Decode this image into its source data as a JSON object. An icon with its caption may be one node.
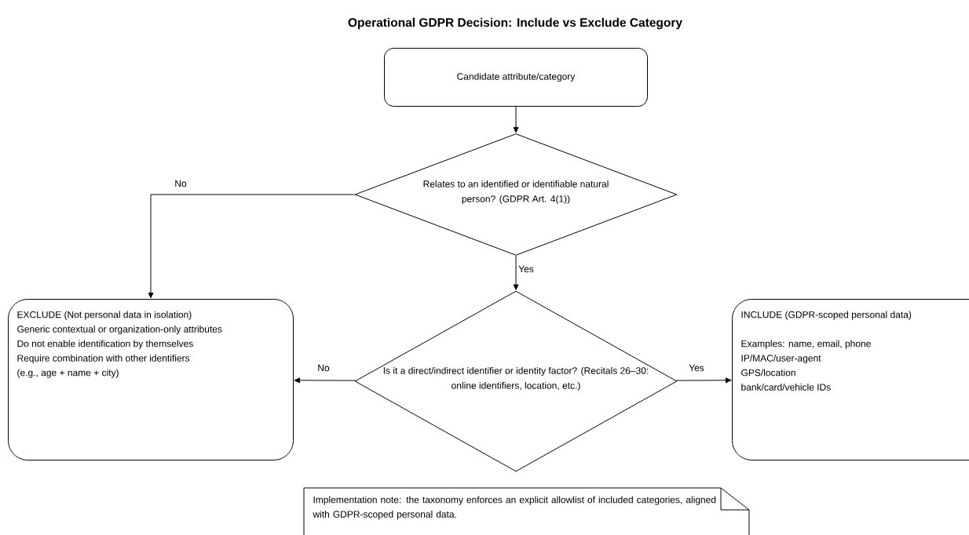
{
  "diagram": {
    "title": "Operational GDPR Decision: Include vs Exclude Category",
    "nodes": [
      {
        "text": [
          "Candidate attribute/category"
        ]
      },
      {
        "text": [
          "Relates to an identified or identifiable natural person? (GDPR Art. 4(1))"
        ]
      },
      {
        "text": [
          "Is it a direct/indirect identifier or identity factor? (Recitals 26–30: online identifiers, location, etc.)"
        ]
      },
      {
        "text": [
          "EXCLUDE (Not personal data in isolation)",
          "Generic contextual or organization-only attributes",
          "Do not enable identification by themselves",
          "Require combination with other identifiers",
          "(e.g., age + name + city)"
        ]
      },
      {
        "text": [
          "INCLUDE (GDPR-scoped personal data)",
          "Examples: name, email, phone",
          "IP/MAC/user-agent",
          "GPS/location",
          "bank/card/vehicle IDs"
        ]
      },
      {
        "text": [
          "Implementation note: the taxonomy enforces an explicit allowlist of included categories, aligned with GDPR-scoped personal data."
        ]
      }
    ],
    "edges": [
      {
        "from": 0,
        "to": 1,
        "arrow": "to"
      },
      {
        "from": 1,
        "to": 3,
        "arrow": "to",
        "label": "No"
      },
      {
        "from": 1,
        "to": 2,
        "arrow": "to",
        "label": "Yes"
      },
      {
        "from": 2,
        "to": 3,
        "arrow": "to",
        "label": "No"
      },
      {
        "from": 2,
        "to": 4,
        "arrow": "to",
        "label": "Yes"
      }
    ]
  }
}
